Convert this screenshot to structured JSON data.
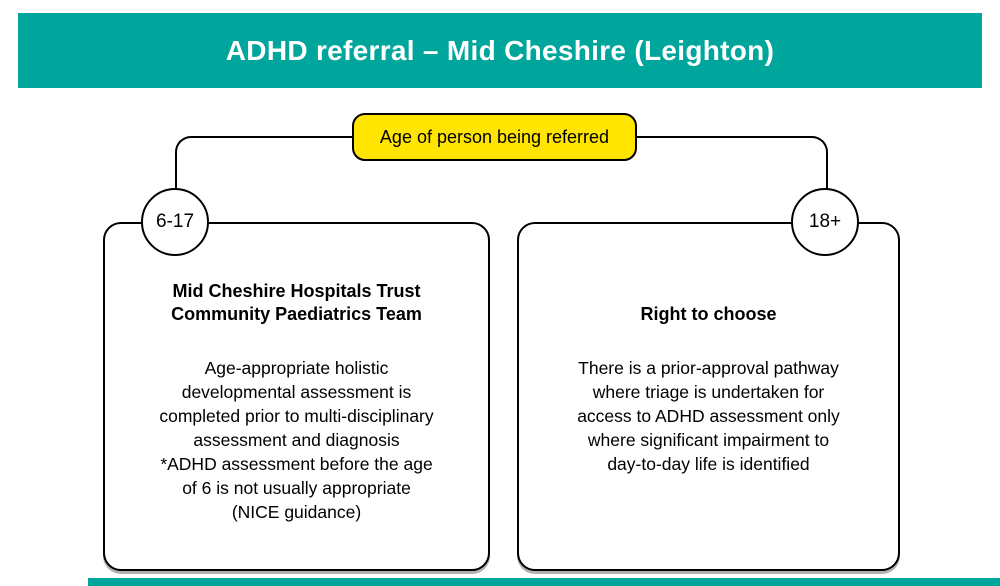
{
  "header": {
    "title": "ADHD referral – Mid Cheshire (Leighton)",
    "bg_color": "#00A69C",
    "text_color": "#FFFFFF"
  },
  "flowchart": {
    "decision_label": "Age of person being referred",
    "decision_bg_color": "#FFE500",
    "line_color": "#000000",
    "branches": [
      {
        "age_label": "6-17",
        "heading": "Mid Cheshire Hospitals Trust\nCommunity Paediatrics Team",
        "body": "Age-appropriate holistic\ndevelopmental assessment is\ncompleted prior to multi-disciplinary\nassessment and diagnosis\n*ADHD assessment before the age\nof 6 is not usually appropriate\n(NICE guidance)"
      },
      {
        "age_label": "18+",
        "heading": "Right to choose",
        "body": "There is a prior-approval pathway\nwhere triage is undertaken for\naccess to ADHD assessment only\nwhere significant impairment to\nday-to-day life is identified"
      }
    ]
  },
  "footer": {
    "bar_color": "#00A69C"
  }
}
